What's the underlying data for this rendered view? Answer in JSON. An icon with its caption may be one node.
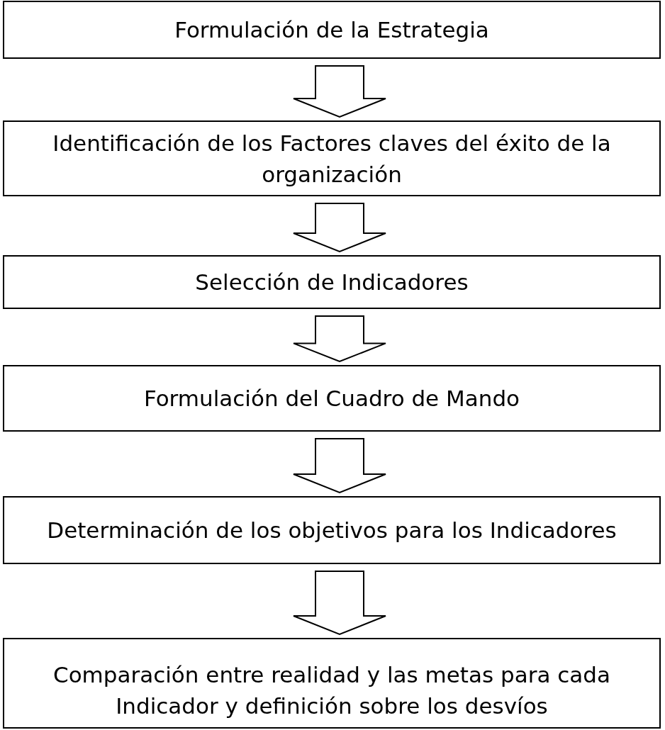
{
  "diagram": {
    "nodes": [
      {
        "text": [
          "Formulación de la Estrategia"
        ]
      },
      {
        "text": [
          "Identificación de los Factores claves del éxito de la organización"
        ]
      },
      {
        "text": [
          "Selección de Indicadores"
        ]
      },
      {
        "text": [
          "Formulación del Cuadro de Mando"
        ]
      },
      {
        "text": [
          "Determinación de los objetivos para los Indicadores"
        ]
      },
      {
        "text": [
          "Comparación entre realidad y las metas para cada Indicador y definición sobre los desvíos"
        ]
      }
    ],
    "edges": [
      {
        "from": 0,
        "to": 1,
        "arrow": "to"
      },
      {
        "from": 1,
        "to": 2,
        "arrow": "to"
      },
      {
        "from": 2,
        "to": 3,
        "arrow": "to"
      },
      {
        "from": 3,
        "to": 4,
        "arrow": "to"
      },
      {
        "from": 4,
        "to": 5,
        "arrow": "to"
      }
    ]
  }
}
